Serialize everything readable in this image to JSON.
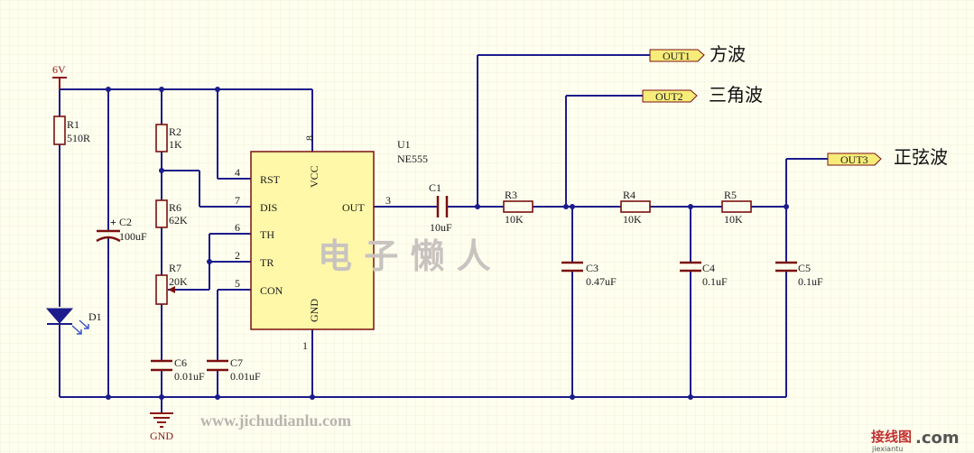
{
  "supply": {
    "label": "6V"
  },
  "ground": {
    "label": "GND"
  },
  "ic": {
    "designator": "U1",
    "part": "NE555",
    "pins": {
      "rst": {
        "name": "RST",
        "num": "4"
      },
      "dis": {
        "name": "DIS",
        "num": "7"
      },
      "th": {
        "name": "TH",
        "num": "6"
      },
      "tr": {
        "name": "TR",
        "num": "2"
      },
      "con": {
        "name": "CON",
        "num": "5"
      },
      "out": {
        "name": "OUT",
        "num": "3"
      },
      "vcc": {
        "name": "VCC",
        "num": "8"
      },
      "gnd": {
        "name": "GND",
        "num": "1"
      }
    }
  },
  "components": {
    "r1": {
      "ref": "R1",
      "value": "510R"
    },
    "r2": {
      "ref": "R2",
      "value": "1K"
    },
    "r6": {
      "ref": "R6",
      "value": "62K"
    },
    "r7": {
      "ref": "R7",
      "value": "20K"
    },
    "r3": {
      "ref": "R3",
      "value": "10K"
    },
    "r4": {
      "ref": "R4",
      "value": "10K"
    },
    "r5": {
      "ref": "R5",
      "value": "10K"
    },
    "c1": {
      "ref": "C1",
      "value": "10uF"
    },
    "c2": {
      "ref": "C2",
      "value": "100uF"
    },
    "c3": {
      "ref": "C3",
      "value": "0.47uF"
    },
    "c4": {
      "ref": "C4",
      "value": "0.1uF"
    },
    "c5": {
      "ref": "C5",
      "value": "0.1uF"
    },
    "c6": {
      "ref": "C6",
      "value": "0.01uF"
    },
    "c7": {
      "ref": "C7",
      "value": "0.01uF"
    },
    "d1": {
      "ref": "D1"
    }
  },
  "outputs": [
    {
      "port": "OUT1",
      "desc": "方波"
    },
    {
      "port": "OUT2",
      "desc": "三角波"
    },
    {
      "port": "OUT3",
      "desc": "正弦波"
    }
  ],
  "watermarks": {
    "center": "电 子 懒 人",
    "url": "www.jichudianlu.com",
    "corner": "接线图",
    "corner_sub": "jiexiantu",
    "corner_com": ".com"
  },
  "colors": {
    "background": "#fffff0",
    "wire": "#1c1c8c",
    "component": "#7a1010",
    "ic_fill": "#fff8a8",
    "port_fill": "#f7ec7a"
  }
}
